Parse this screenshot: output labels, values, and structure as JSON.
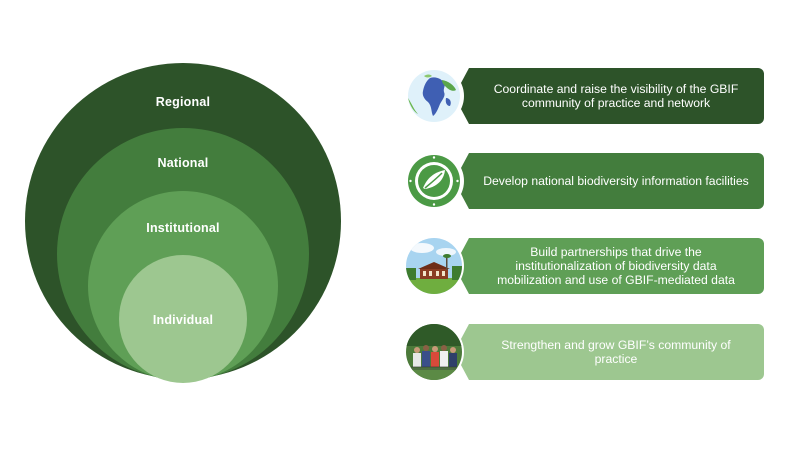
{
  "circles": {
    "regional": "Regional",
    "national": "National",
    "institutional": "Institutional",
    "individual": "Individual"
  },
  "items": [
    {
      "text": "Coordinate and raise the visibility of the GBIF community of practice and network",
      "icon": "globe-icon",
      "color": "#2d5329"
    },
    {
      "text": "Develop national biodiversity information facilities",
      "icon": "node-badge-icon",
      "color": "#437d3d"
    },
    {
      "text": "Build partnerships that drive the institutionalization of biodiversity data mobilization and use of GBIF-mediated data",
      "icon": "institution-building-photo",
      "color": "#5f9f56"
    },
    {
      "text": "Strengthen and grow GBIF’s community of practice",
      "icon": "group-photo",
      "color": "#9dc790"
    }
  ]
}
